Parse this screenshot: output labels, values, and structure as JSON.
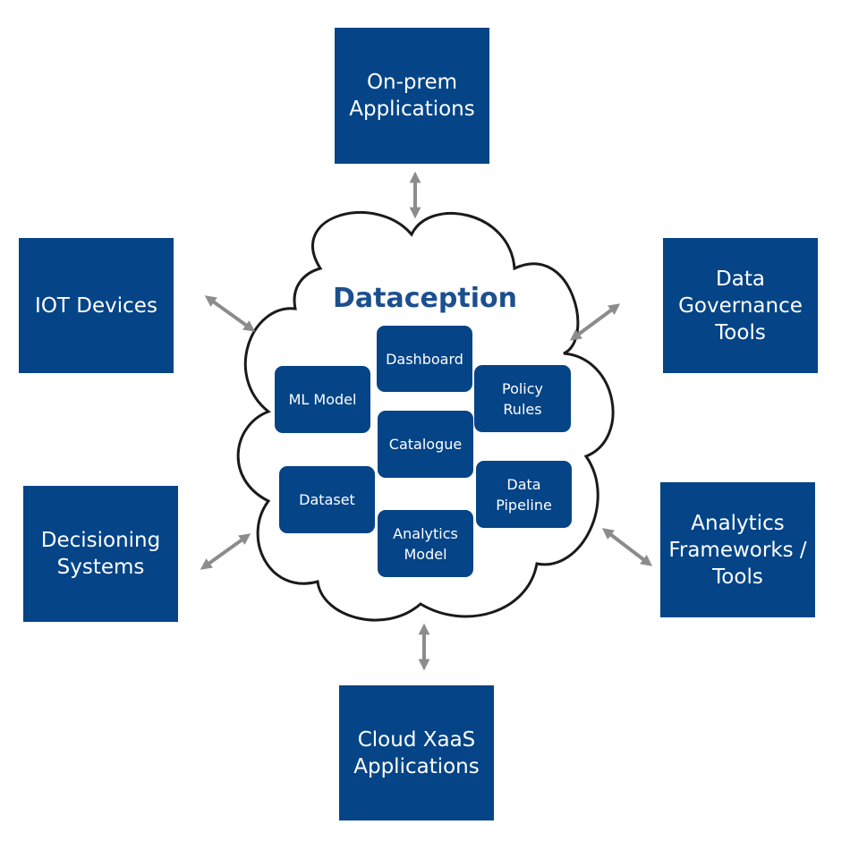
{
  "cloud": {
    "title": "Dataception",
    "components": {
      "dashboard": "Dashboard",
      "ml_model": "ML Model",
      "policy_rules": "Policy\nRules",
      "catalogue": "Catalogue",
      "dataset": "Dataset",
      "data_pipeline": "Data\nPipeline",
      "analytics_model": "Analytics\nModel"
    }
  },
  "systems": {
    "on_prem": "On-prem\nApplications",
    "iot": "IOT Devices",
    "data_governance": "Data\nGovernance\nTools",
    "decisioning": "Decisioning\nSystems",
    "analytics_frameworks": "Analytics\nFrameworks /\nTools",
    "cloud_xaas": "Cloud XaaS\nApplications"
  },
  "colors": {
    "box_fill": "#044487",
    "title_text": "#1c4f8f",
    "arrow": "#8c8c8c",
    "cloud_outline": "#1a1a1a"
  },
  "icons": {
    "connector": "double-headed-arrow-icon"
  }
}
